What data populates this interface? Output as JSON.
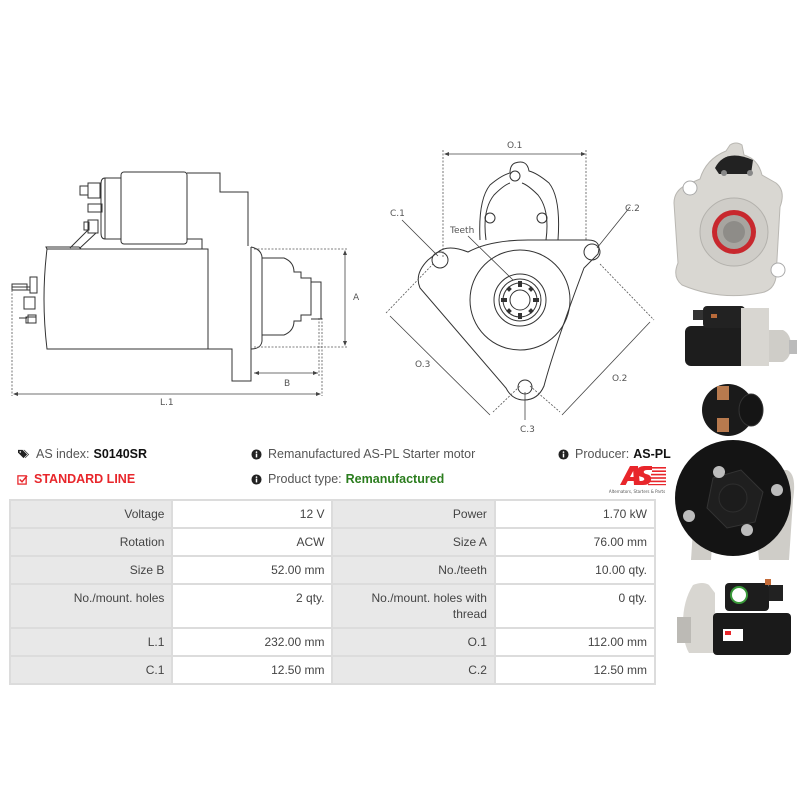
{
  "diagrams": {
    "side_view": {
      "labels": {
        "A": "A",
        "B": "B",
        "L1": "L.1"
      }
    },
    "front_view": {
      "labels": {
        "O1": "O.1",
        "O2": "O.2",
        "O3": "O.3",
        "C1": "C.1",
        "C2": "C.2",
        "C3": "C.3",
        "teeth": "Teeth"
      }
    }
  },
  "info": {
    "as_index_label": "AS index:",
    "as_index_value": "S0140SR",
    "line_label": "STANDARD LINE",
    "description": "Remanufactured AS-PL Starter motor",
    "product_type_label": "Product type:",
    "product_type_value": "Remanufactured",
    "producer_label": "Producer:",
    "producer_value": "AS-PL"
  },
  "logo": {
    "brand": "AS",
    "tagline": "Alternators, Starters & Parts",
    "color": "#e8262b"
  },
  "specs": [
    {
      "k1": "Voltage",
      "v1": "12 V",
      "k2": "Power",
      "v2": "1.70 kW"
    },
    {
      "k1": "Rotation",
      "v1": "ACW",
      "k2": "Size A",
      "v2": "76.00 mm"
    },
    {
      "k1": "Size B",
      "v1": "52.00 mm",
      "k2": "No./teeth",
      "v2": "10.00 qty."
    },
    {
      "k1": "No./mount. holes",
      "v1": "2 qty.",
      "k2": "No./mount. holes with thread",
      "v2": "0 qty."
    },
    {
      "k1": "L.1",
      "v1": "232.00 mm",
      "k2": "O.1",
      "v2": "112.00 mm"
    },
    {
      "k1": "C.1",
      "v1": "12.50 mm",
      "k2": "C.2",
      "v2": "12.50 mm"
    }
  ],
  "colors": {
    "standard_line": "#e8262b",
    "product_type": "#2b7d1e",
    "table_key_bg": "#e8e8e8",
    "table_border": "#dcdcdc"
  }
}
